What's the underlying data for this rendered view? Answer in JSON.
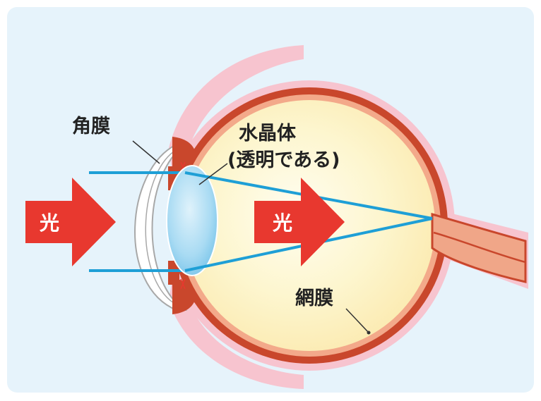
{
  "labels": {
    "cornea": "角膜",
    "lens_line1": "水晶体",
    "lens_line2": "(透明である)",
    "retina": "網膜",
    "light_left": "光",
    "light_right": "光"
  },
  "colors": {
    "background": "#e6f3fb",
    "eyelid": "#f7c4cf",
    "sclera": "#c9472c",
    "eyeball_inner": "#fdf7cf",
    "eyeball_center": "#fffbe8",
    "choroid": "#f3a98a",
    "cornea_fill": "#ffffff",
    "cornea_stroke": "#a8a8a8",
    "lens": "#9fd6f2",
    "ray": "#1e9fd6",
    "arrow": "#e8382f",
    "optic_nerve": "#f0a688",
    "leader": "#333333"
  }
}
